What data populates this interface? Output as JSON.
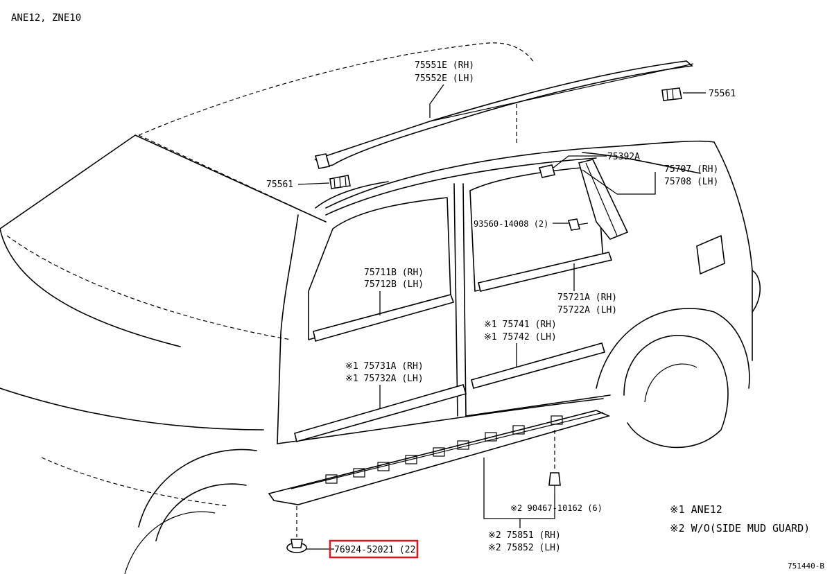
{
  "model": "ANE12, ZNE10",
  "illustration_code": "751440-B",
  "parts": {
    "roof_rack_rail": [
      "75551E (RH)",
      "75552E (LH)"
    ],
    "rail_cover_rear": "75561",
    "rail_cover_front": "75561",
    "clip_quarter": "75392A",
    "quarter_moulding": [
      "75707 (RH)",
      "75708 (LH)"
    ],
    "screw": "93560-14008 (2)",
    "front_belt_moulding": [
      "75711B (RH)",
      "75712B (LH)"
    ],
    "rear_belt_moulding": [
      "75721A (RH)",
      "75722A (LH)"
    ],
    "rear_door_moulding": [
      "※1 75741 (RH)",
      "※1 75742 (LH)"
    ],
    "front_door_moulding": [
      "※1 75731A (RH)",
      "※1 75732A (LH)"
    ],
    "rocker_screw": "※2 90467-10162 (6)",
    "rocker_moulding": [
      "※2 75851 (RH)",
      "※2 75852 (LH)"
    ],
    "highlighted_clip": "76924-52021 (22"
  },
  "notes": [
    "※1 ANE12",
    "※2 W/O(SIDE MUD GUARD)"
  ],
  "colors": {
    "highlight": "#e0141e",
    "ink": "#000000"
  }
}
